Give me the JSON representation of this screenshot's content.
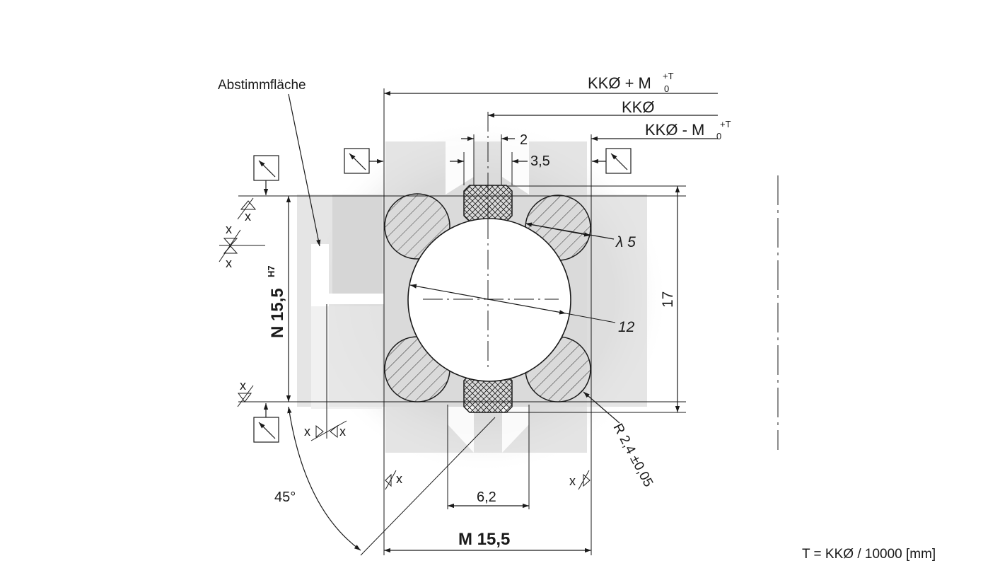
{
  "colors": {
    "ink": "#1a1a1a",
    "shadow": "#dcdcdc",
    "background": "#ffffff"
  },
  "labels": {
    "abstimmflaeche": "Abstimmfläche",
    "kk_plus_base": "KKØ + M",
    "kk_plus_sup": "+T",
    "kk_plus_sub": "0",
    "kk": "KKØ",
    "kk_minus_base": "KKØ - M",
    "kk_minus_sup": "+T",
    "kk_minus_sub": "0",
    "dim_2": "2",
    "dim_3_5": "3,5",
    "lambda": "λ 5",
    "dim_12": "12",
    "dim_17": "17",
    "n_base": "N 15,5",
    "n_sup": "H7",
    "radius": "R 2,4 ±0,05",
    "dim_6_2": "6,2",
    "angle": "45°",
    "m_15_5": "M 15,5",
    "formula": "T = KKØ / 10000 [mm]",
    "x": "x"
  }
}
